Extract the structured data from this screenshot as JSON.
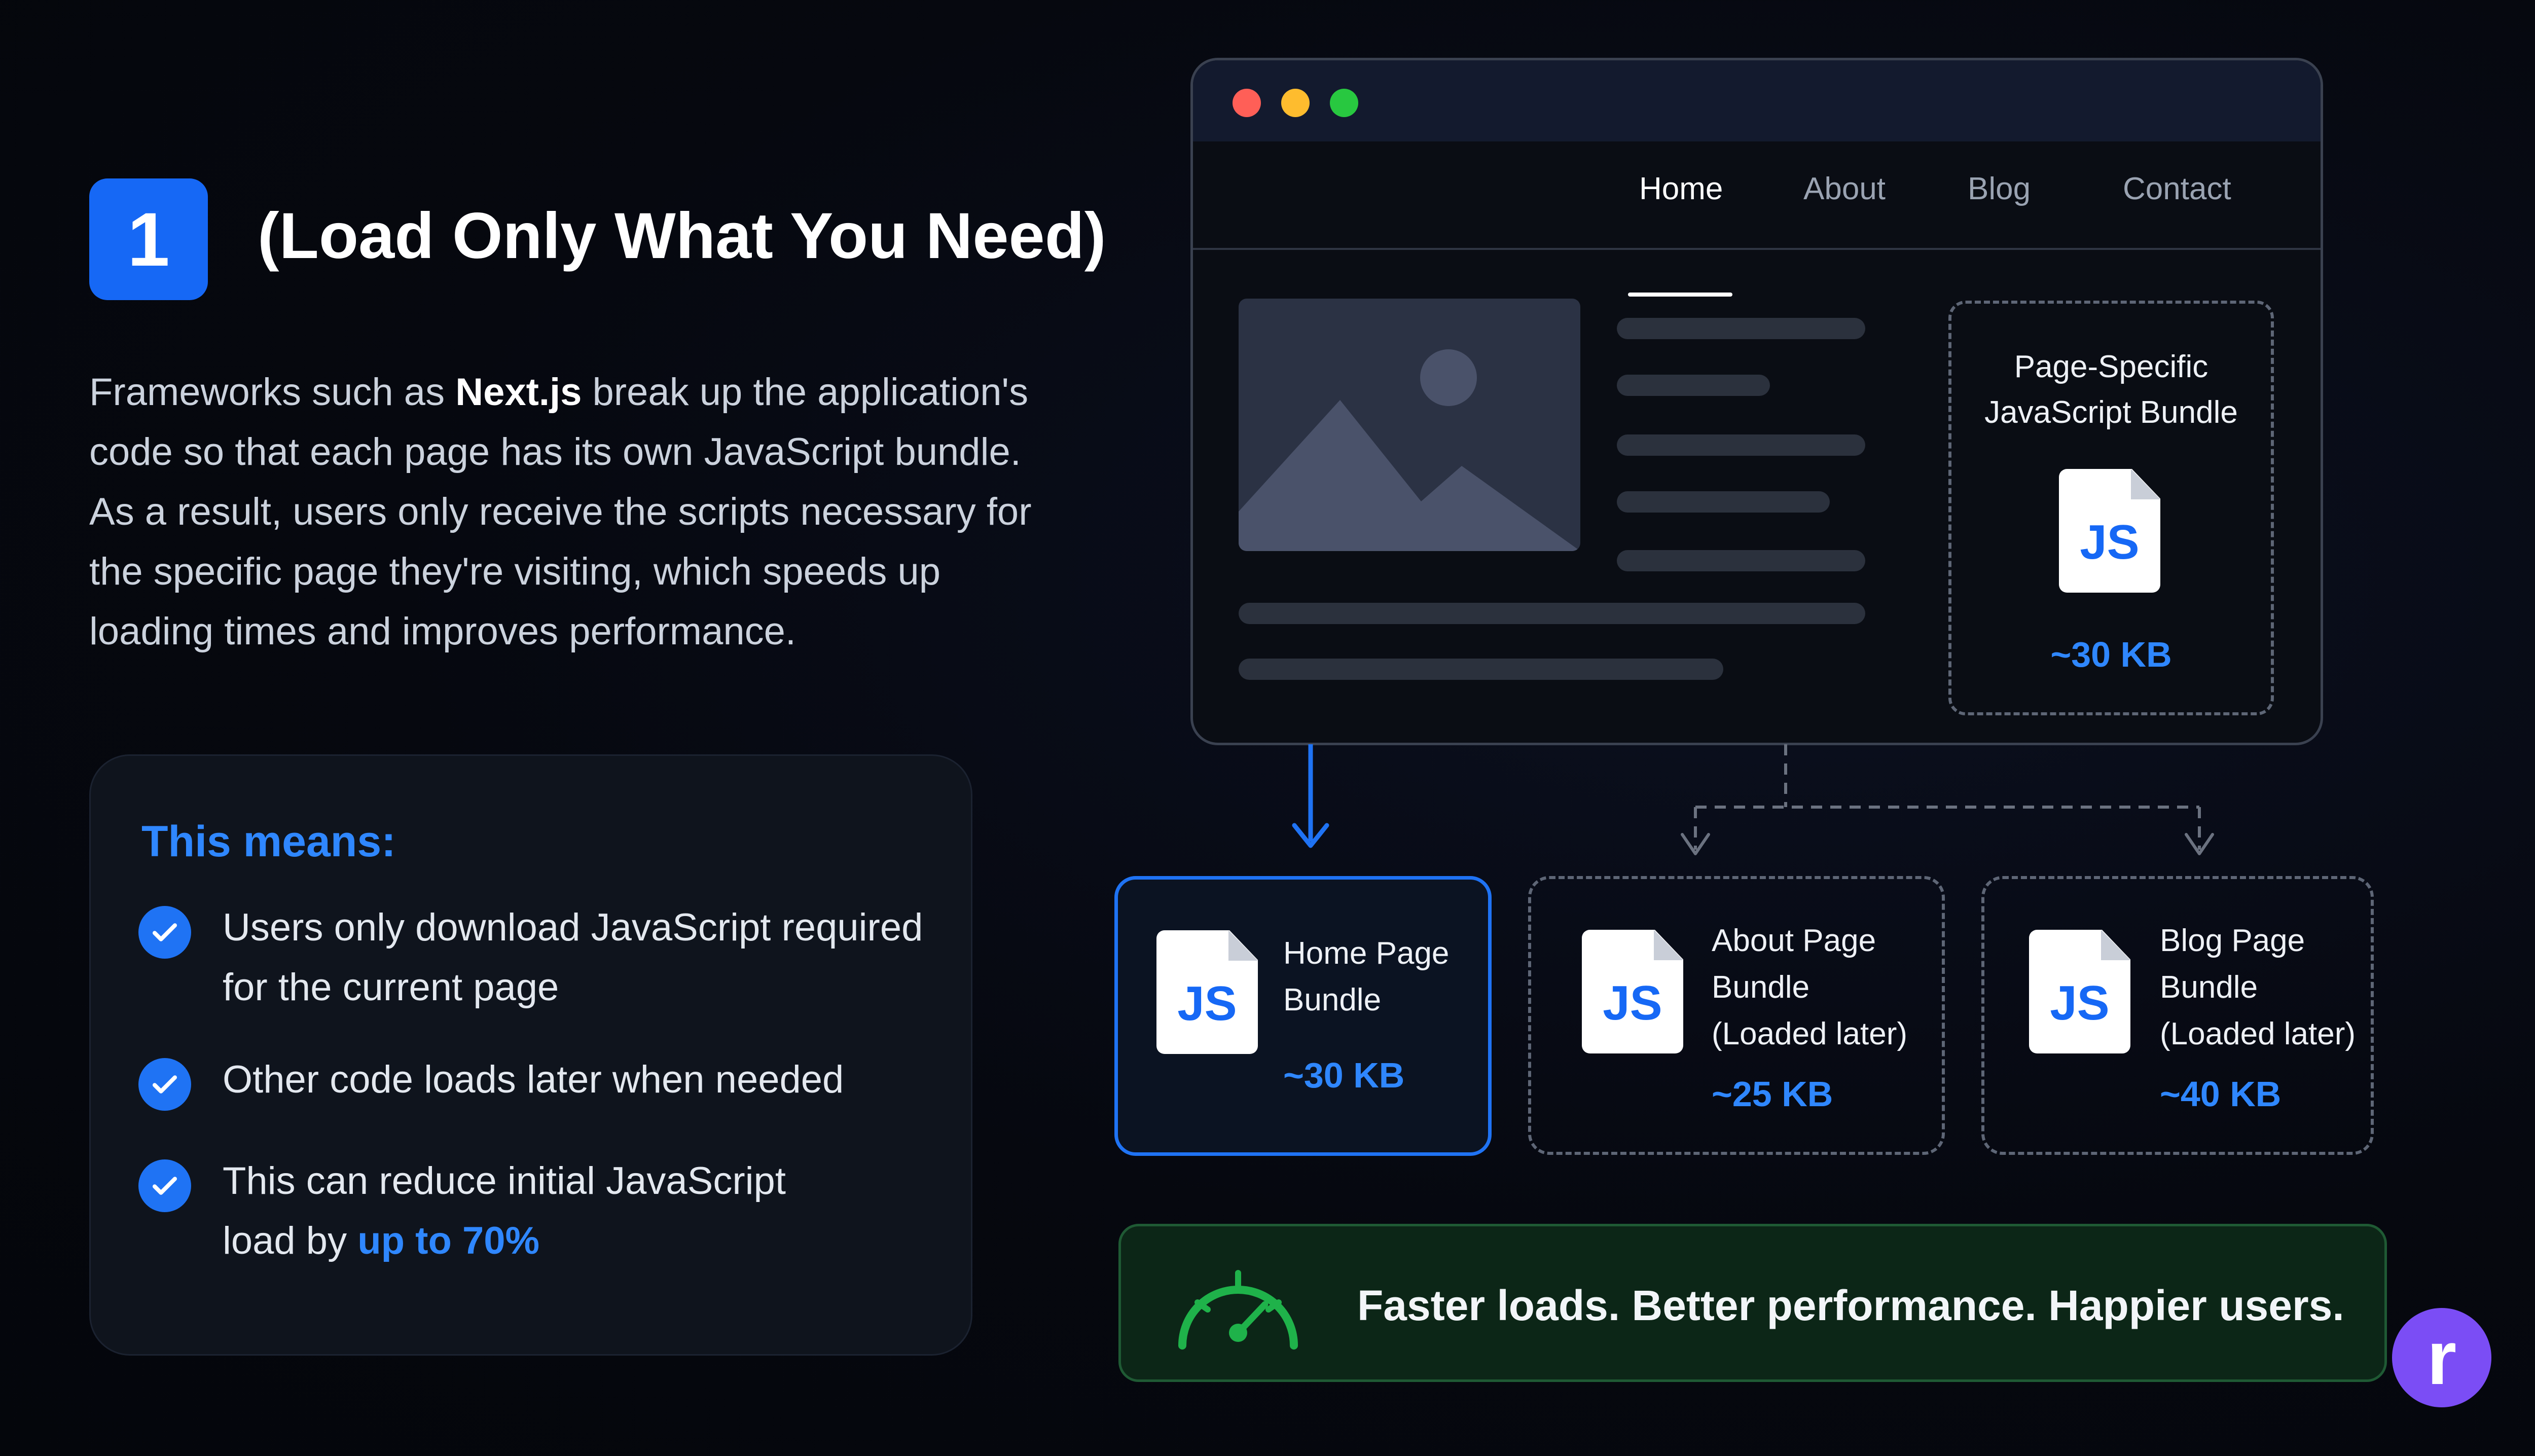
{
  "step": {
    "number": "1",
    "title": "(Load Only What You Need)"
  },
  "intro": {
    "before": "Frameworks such as ",
    "highlight": "Next.js",
    "after": " break up the application's code so that each page has its own JavaScript bundle. As a result, users only receive the scripts necessary for the specific page they're visiting, which speeds up loading times and improves performance."
  },
  "means": {
    "title": "This means:",
    "items": [
      {
        "text": "Users only download JavaScript required for the current page"
      },
      {
        "text": "Other code loads later when needed"
      },
      {
        "text": "This can reduce initial JavaScript load by ",
        "highlight": "up to 70%"
      }
    ]
  },
  "browser": {
    "nav": [
      "Home",
      "About",
      "Blog",
      "Contact"
    ],
    "active_nav": "Home",
    "bundle": {
      "title_line1": "Page-Specific",
      "title_line2": "JavaScript Bundle",
      "icon_text": "JS",
      "size": "~30 KB"
    }
  },
  "bundles": [
    {
      "line1": "Home Page",
      "line2": "Bundle",
      "note": "",
      "size": "~30 KB",
      "icon_text": "JS",
      "state": "active"
    },
    {
      "line1": "About Page",
      "line2": "Bundle",
      "note": "(Loaded later)",
      "size": "~25 KB",
      "icon_text": "JS",
      "state": "deferred"
    },
    {
      "line1": "Blog Page",
      "line2": "Bundle",
      "note": "(Loaded later)",
      "size": "~40 KB",
      "icon_text": "JS",
      "state": "deferred"
    }
  ],
  "banner": {
    "text": "Faster loads. Better performance. Happier users.",
    "icon": "speedometer-icon"
  },
  "logo": {
    "letter": "r"
  },
  "colors": {
    "accent": "#1f73f4",
    "success": "#1fb24a",
    "logo": "#7b4df5"
  }
}
